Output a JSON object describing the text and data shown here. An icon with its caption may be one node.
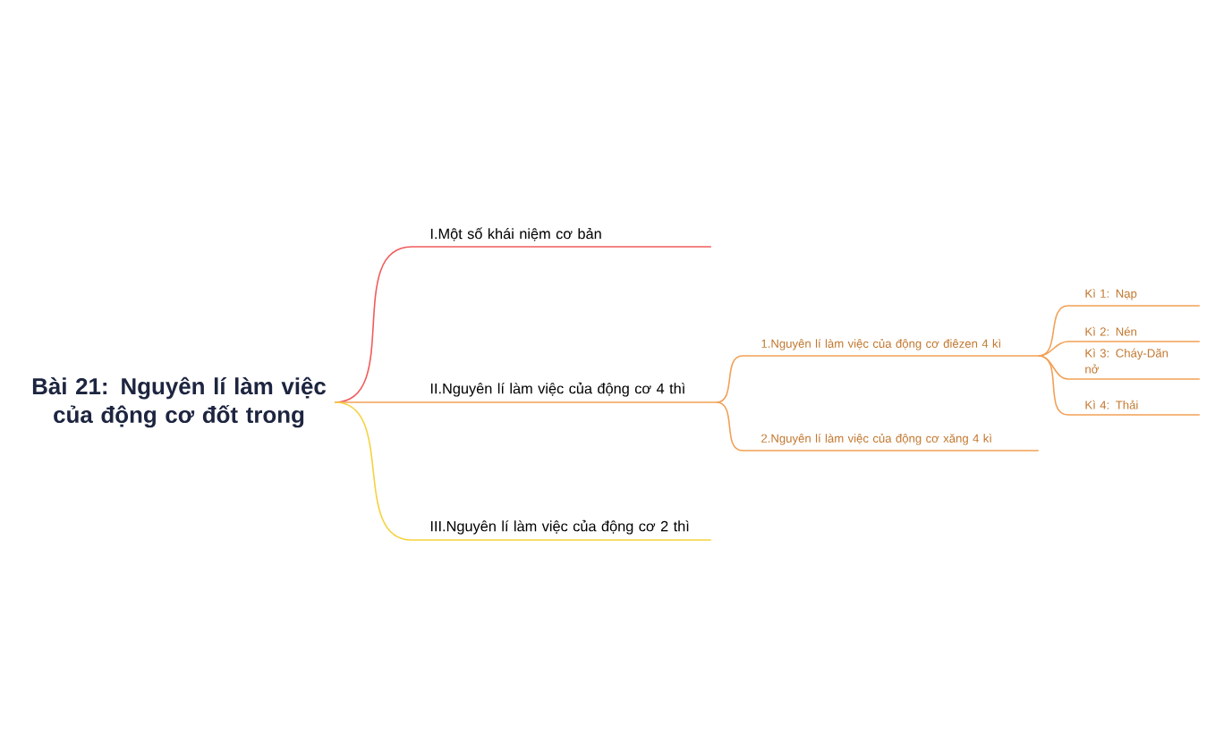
{
  "diagram": {
    "nodes": [
      {
        "text": [
          "Bài 21: Nguyên lí làm việc của động cơ đốt trong"
        ]
      },
      {
        "text": [
          "I.Một số khái niệm cơ bản"
        ]
      },
      {
        "text": [
          "II.Nguyên lí làm việc của động cơ 4 thì"
        ]
      },
      {
        "text": [
          "III.Nguyên lí làm việc của động cơ 2 thì"
        ]
      },
      {
        "text": [
          "1.Nguyên lí làm việc của động cơ điêzen 4 kì"
        ]
      },
      {
        "text": [
          "2.Nguyên lí làm việc của động cơ xăng 4 kì"
        ]
      },
      {
        "text": [
          "Kì 1: Nạp"
        ]
      },
      {
        "text": [
          "Kì 2: Nén"
        ]
      },
      {
        "text": [
          "Kì 3: Cháy-Dãn nở"
        ]
      },
      {
        "text": [
          "Kì 4: Thải"
        ]
      }
    ],
    "edges": [
      {
        "from": 0,
        "to": 1,
        "arrow": "none",
        "color": "#f25b5b"
      },
      {
        "from": 0,
        "to": 2,
        "arrow": "none"
      },
      {
        "from": 0,
        "to": 3,
        "arrow": "none",
        "color": "#f5d23c"
      },
      {
        "from": 2,
        "to": 4,
        "arrow": "none"
      },
      {
        "from": 2,
        "to": 5,
        "arrow": "none"
      },
      {
        "from": 4,
        "to": 6,
        "arrow": "none"
      },
      {
        "from": 4,
        "to": 7,
        "arrow": "none"
      },
      {
        "from": 4,
        "to": 8,
        "arrow": "none"
      },
      {
        "from": 4,
        "to": 9,
        "arrow": "none"
      }
    ]
  }
}
